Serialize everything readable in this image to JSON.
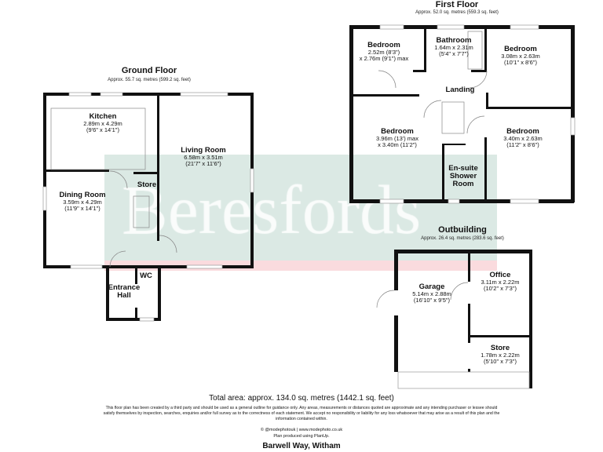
{
  "watermark": {
    "brand": "Beresfords",
    "band_color": "#cfe1da",
    "accent_color": "#f6c9cc"
  },
  "ground_floor": {
    "title": "Ground Floor",
    "area": "Approx. 55.7 sq. metres (599.2 sq. feet)",
    "rooms": [
      {
        "name": "Kitchen",
        "dims": "2.89m x 4.29m",
        "imperial": "(9'6\" x 14'1\")"
      },
      {
        "name": "Living Room",
        "dims": "6.58m x 3.51m",
        "imperial": "(21'7\" x 11'6\")"
      },
      {
        "name": "Dining Room",
        "dims": "3.59m x 4.29m",
        "imperial": "(11'9\" x 14'1\")"
      },
      {
        "name": "Store"
      },
      {
        "name": "WC"
      },
      {
        "name": "Entrance Hall"
      }
    ]
  },
  "first_floor": {
    "title": "First Floor",
    "area": "Approx. 52.0 sq. metres (559.3 sq. feet)",
    "rooms": [
      {
        "name": "Bedroom",
        "dims": "2.52m (8'3\")",
        "imperial": "x 2.76m (9'1\") max"
      },
      {
        "name": "Bathroom",
        "dims": "1.64m x 2.31m",
        "imperial": "(5'4\" x 7'7\")"
      },
      {
        "name": "Bedroom",
        "dims": "3.08m x 2.63m",
        "imperial": "(10'1\" x 8'6\")"
      },
      {
        "name": "Landing"
      },
      {
        "name": "Bedroom",
        "dims": "3.96m (13') max",
        "imperial": "x 3.40m (11'2\")"
      },
      {
        "name": "Bedroom",
        "dims": "3.40m x 2.63m",
        "imperial": "(11'2\" x 8'6\")"
      },
      {
        "name": "En-suite Shower Room"
      }
    ]
  },
  "outbuilding": {
    "title": "Outbuilding",
    "area": "Approx. 26.4 sq. metres (283.6 sq. feet)",
    "rooms": [
      {
        "name": "Garage",
        "dims": "5.14m x 2.88m",
        "imperial": "(16'10\" x 9'5\")"
      },
      {
        "name": "Office",
        "dims": "3.11m x 2.22m",
        "imperial": "(10'2\" x 7'3\")"
      },
      {
        "name": "Store",
        "dims": "1.78m x 2.22m",
        "imperial": "(5'10\" x 7'3\")"
      }
    ]
  },
  "footer": {
    "total_area": "Total area: approx. 134.0 sq. metres (1442.1 sq. feet)",
    "disclaimer": "This floor plan has been created by a third party and should be used as a general outline for guidance only. Any areas, measurements or distances quoted are approximate and any intending purchaser or lessee should satisfy themselves by inspection, searches, enquiries and/or full survey as to the correctness of each statement. We accept no responsibility or liability for any loss whatsoever that may arise as a result of this plan and the information contained within.",
    "credit": "© @modephotouk | www.modephoto.co.uk",
    "produced": "Plan produced using PlanUp.",
    "address": "Barwell Way, Witham"
  }
}
